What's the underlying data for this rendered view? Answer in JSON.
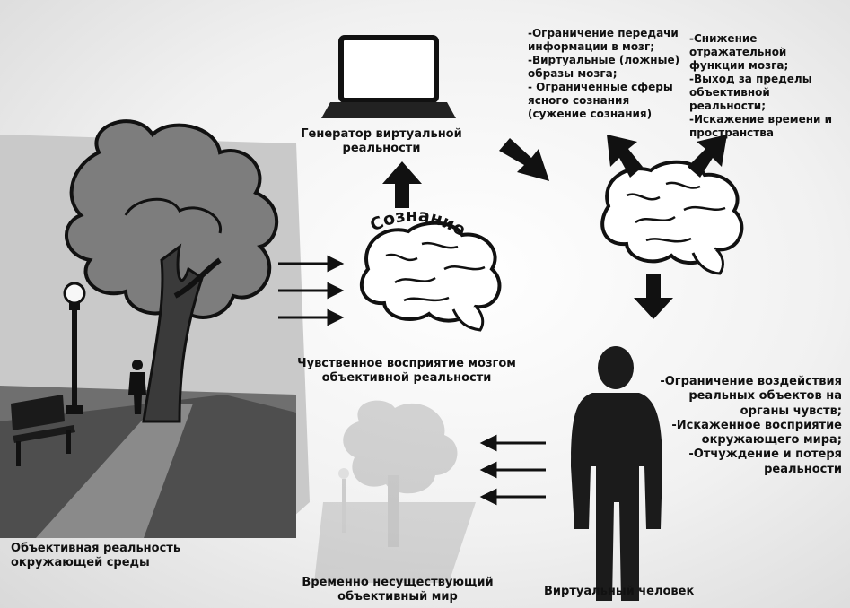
{
  "labels": {
    "generator": "Генератор виртуальной реальности",
    "consciousness": "Сознание",
    "sensory_line1": "Чувственное восприятие мозгом",
    "sensory_line2": "объективной реальности",
    "objective_line1": "Объективная реальность",
    "objective_line2": "окружающей среды",
    "temporary_line1": "Временно несуществующий",
    "temporary_line2": "объективный мир",
    "virtual_human": "Виртуальный человек"
  },
  "effects_mid": [
    "-Ограничение передачи",
    "информации в мозг;",
    "-Виртуальные (ложные)",
    "образы мозга;",
    "- Ограниченные сферы",
    "ясного сознания",
    "(сужение сознания)"
  ],
  "effects_right": [
    "-Снижение отражательной",
    "функции мозга;",
    "-Выход за пределы",
    "объективной реальности;",
    "-Искажение времени и",
    "пространства"
  ],
  "effects_human": [
    "-Ограничение воздействия",
    "реальных объектов на",
    "органы чувств;",
    "-Искаженное восприятие",
    "окружающего мира;",
    "-Отчуждение и потеря",
    "реальности"
  ],
  "icons": [
    "laptop-icon",
    "brain-icon",
    "tree-icon",
    "lamp-post-icon",
    "bench-icon",
    "person-silhouette-icon",
    "arrow-icon"
  ]
}
